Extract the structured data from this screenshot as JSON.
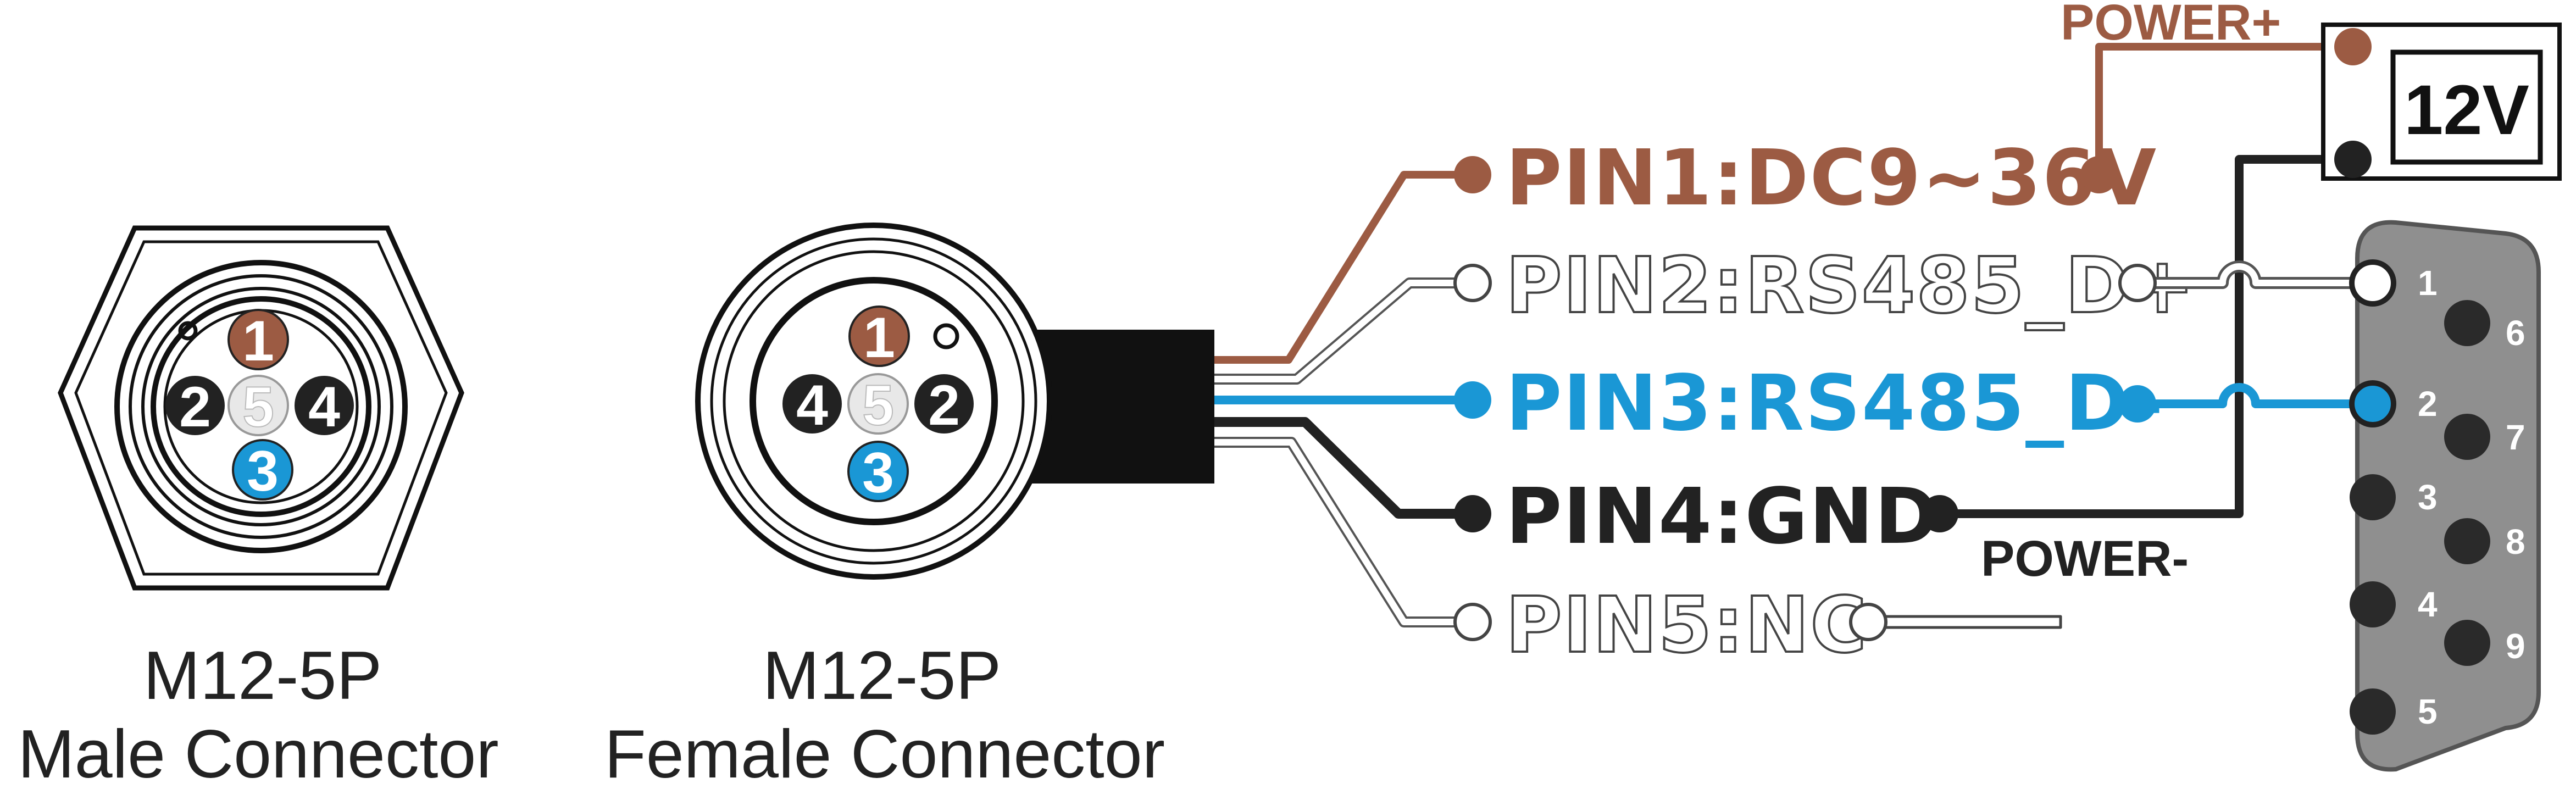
{
  "colors": {
    "brown": "#9c5b43",
    "blue": "#1a97d5",
    "black": "#222222",
    "white_wire": "#ffffff",
    "gray_outline": "#555555",
    "db9_body": "#8f8f8f"
  },
  "male_connector": {
    "caption_line1": "M12-5P",
    "caption_line2": "Male Connector",
    "pins": {
      "p1": "1",
      "p2": "2",
      "p3": "3",
      "p4": "4",
      "p5": "5"
    }
  },
  "female_connector": {
    "caption_line1": "M12-5P",
    "caption_line2": "Female Connector",
    "pins": {
      "p1": "1",
      "p2": "2",
      "p3": "3",
      "p4": "4",
      "p5": "5"
    }
  },
  "pin_labels": {
    "pin1": "PIN1:DC9~36V",
    "pin2": "PIN2:RS485_D+",
    "pin3": "PIN3:RS485_D-",
    "pin4": "PIN4:GND",
    "pin5": "PIN5:NC"
  },
  "power_supply": {
    "voltage": "12V",
    "plus_label": "POWER+",
    "minus_label": "POWER-"
  },
  "db9": {
    "pins": {
      "p1": "1",
      "p2": "2",
      "p3": "3",
      "p4": "4",
      "p5": "5",
      "p6": "6",
      "p7": "7",
      "p8": "8",
      "p9": "9"
    }
  }
}
